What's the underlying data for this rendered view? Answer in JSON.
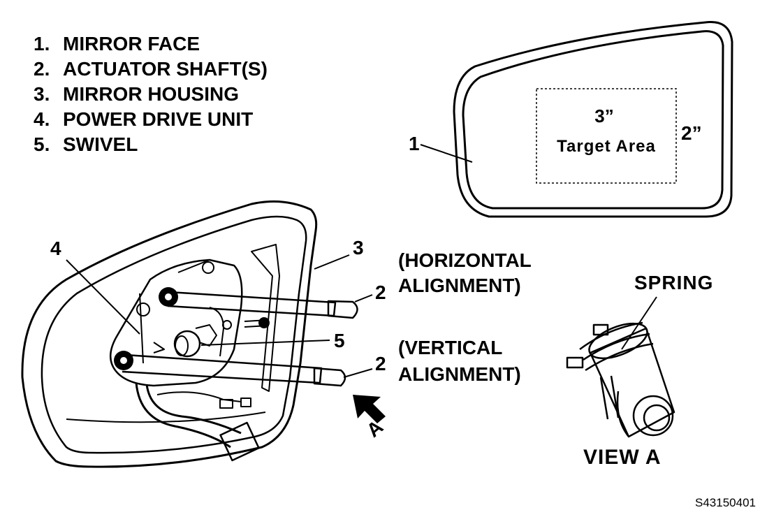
{
  "legend": {
    "items": [
      {
        "num": "1.",
        "text": "MIRROR FACE"
      },
      {
        "num": "2.",
        "text": "ACTUATOR SHAFT(S)"
      },
      {
        "num": "3.",
        "text": "MIRROR HOUSING"
      },
      {
        "num": "4.",
        "text": "POWER DRIVE UNIT"
      },
      {
        "num": "5.",
        "text": "SWIVEL"
      }
    ]
  },
  "mirror_face": {
    "callout": "1",
    "width_label": "3”",
    "height_label": "2”",
    "target_label": "Target Area"
  },
  "housing": {
    "callout_housing": "3",
    "callout_drive": "4",
    "callout_swivel": "5",
    "callout_shaft_h": "2",
    "callout_shaft_v": "2",
    "horizontal_line1": "(HORIZONTAL",
    "horizontal_line2": "ALIGNMENT)",
    "vertical_line1": "(VERTICAL",
    "vertical_line2": "ALIGNMENT)",
    "view_arrow": "A"
  },
  "view_a": {
    "spring_label": "SPRING",
    "title": "VIEW A"
  },
  "figure_id": "S43150401"
}
